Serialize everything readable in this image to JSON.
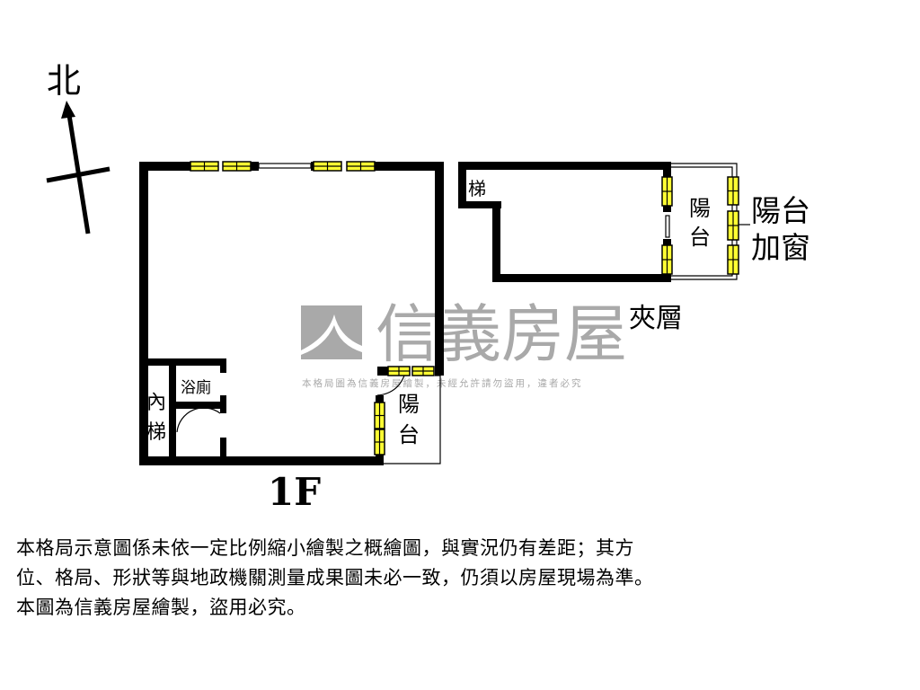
{
  "compass": {
    "north_label": "北"
  },
  "floor_1f": {
    "label": "1F",
    "rooms": {
      "inner_stair": [
        "內",
        "梯"
      ],
      "bathroom": "浴廁",
      "balcony": [
        "陽",
        "台"
      ]
    }
  },
  "mezzanine": {
    "label": "夾層",
    "rooms": {
      "stair": "梯",
      "balcony": [
        "陽",
        "台"
      ]
    },
    "balcony_window_note": [
      "陽台",
      "加窗"
    ]
  },
  "watermark": {
    "brand": "信義房屋",
    "notice": "本格局圖為信義房屋繪製，未經允許請勿盜用，違者必究"
  },
  "colors": {
    "wall": "#000000",
    "window": "#ffff33",
    "watermark": "#a9a9a9"
  },
  "disclaimer": [
    "本格局示意圖係未依一定比例縮小繪製之概繪圖，與實況仍有差距；其方",
    "位、格局、形狀等與地政機關測量成果圖未必一致，仍須以房屋現場為準。",
    "本圖為信義房屋繪製，盜用必究。"
  ]
}
